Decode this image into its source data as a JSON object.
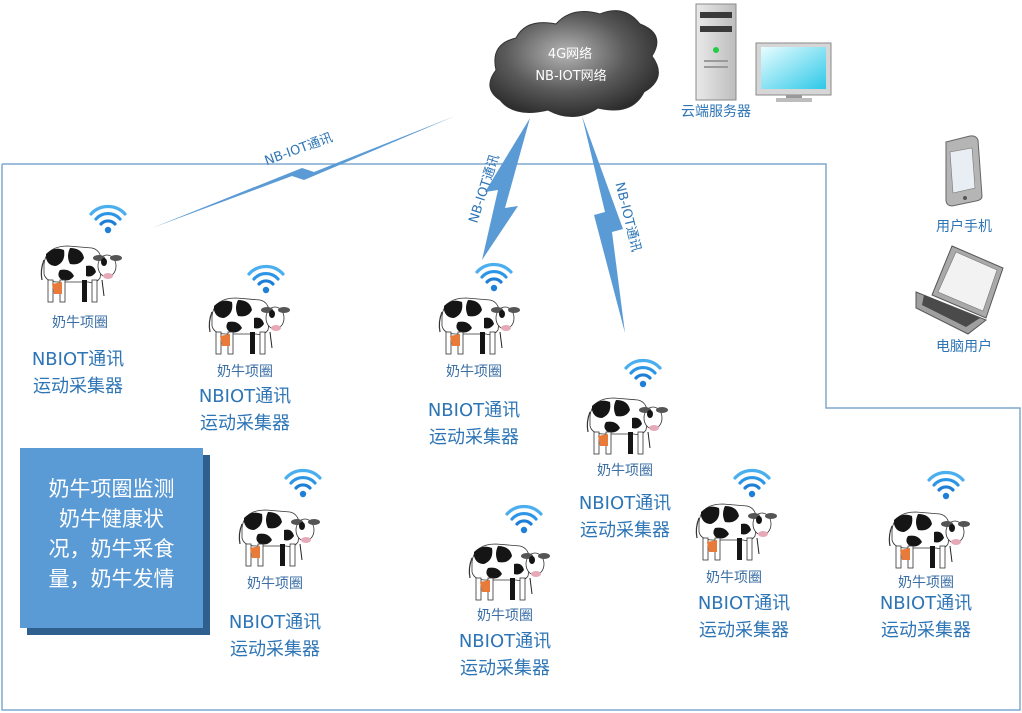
{
  "cloud": {
    "line1": "4G网络",
    "line2": "NB-IOT网络"
  },
  "devices": {
    "server": "云端服务器",
    "phone": "用户手机",
    "laptop": "电脑用户"
  },
  "link_label": "NB-IOT通讯",
  "collars": [
    {
      "collar": "奶牛项圈",
      "line1": "NBIOT通讯",
      "line2": "运动采集器"
    },
    {
      "collar": "奶牛项圈",
      "line1": "NBIOT通讯",
      "line2": "运动采集器"
    },
    {
      "collar": "奶牛项圈",
      "line1": "NBIOT通讯",
      "line2": "运动采集器"
    },
    {
      "collar": "奶牛项圈",
      "line1": "NBIOT通讯",
      "line2": "运动采集器"
    },
    {
      "collar": "奶牛项圈",
      "line1": "NBIOT通讯",
      "line2": "运动采集器"
    },
    {
      "collar": "奶牛项圈",
      "line1": "NBIOT通讯",
      "line2": "运动采集器"
    },
    {
      "collar": "奶牛项圈",
      "line1": "NBIOT通讯",
      "line2": "运动采集器"
    },
    {
      "collar": "奶牛项圈",
      "line1": "NBIOT通讯",
      "line2": "运动采集器"
    }
  ],
  "info_box": {
    "line1": "奶牛项圈监测",
    "line2": "奶牛健康状",
    "line3": "况，奶牛采食",
    "line4": "量，奶牛发情"
  },
  "colors": {
    "accent": "#5b9bd5",
    "text": "#2e75b6",
    "border": "#7fa8d0",
    "cloud": "#4a4a4a"
  }
}
